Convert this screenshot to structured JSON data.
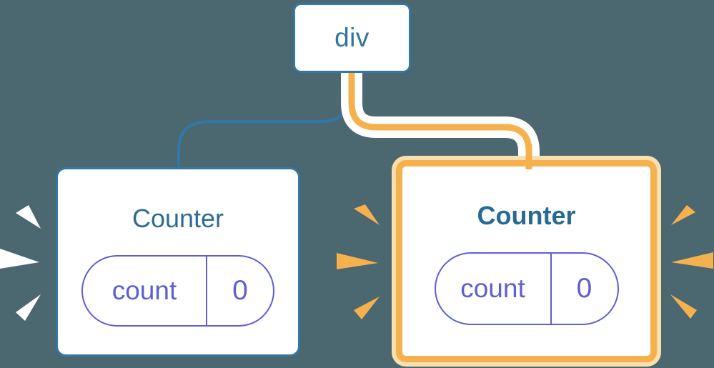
{
  "diagram": {
    "description": "React component tree: a div root with two Counter children; the second Counter is highlighted",
    "root": {
      "label": "div"
    },
    "children": [
      {
        "id": "left",
        "title": "Counter",
        "highlighted": false,
        "state": {
          "name": "count",
          "value": "0"
        }
      },
      {
        "id": "right",
        "title": "Counter",
        "highlighted": true,
        "state": {
          "name": "count",
          "value": "0"
        }
      }
    ]
  },
  "colors": {
    "background": "#4b6770",
    "tree_blue": "#3377a7",
    "title_blue": "#2d6c92",
    "state_purple": "#5c5fd6",
    "highlight_orange": "#f6b14f",
    "highlight_pale_orange": "#fcdfae",
    "edge_casing_white": "#ffffff",
    "sparkle_white": "#ffffff",
    "sparkle_orange": "#f6b14f"
  }
}
